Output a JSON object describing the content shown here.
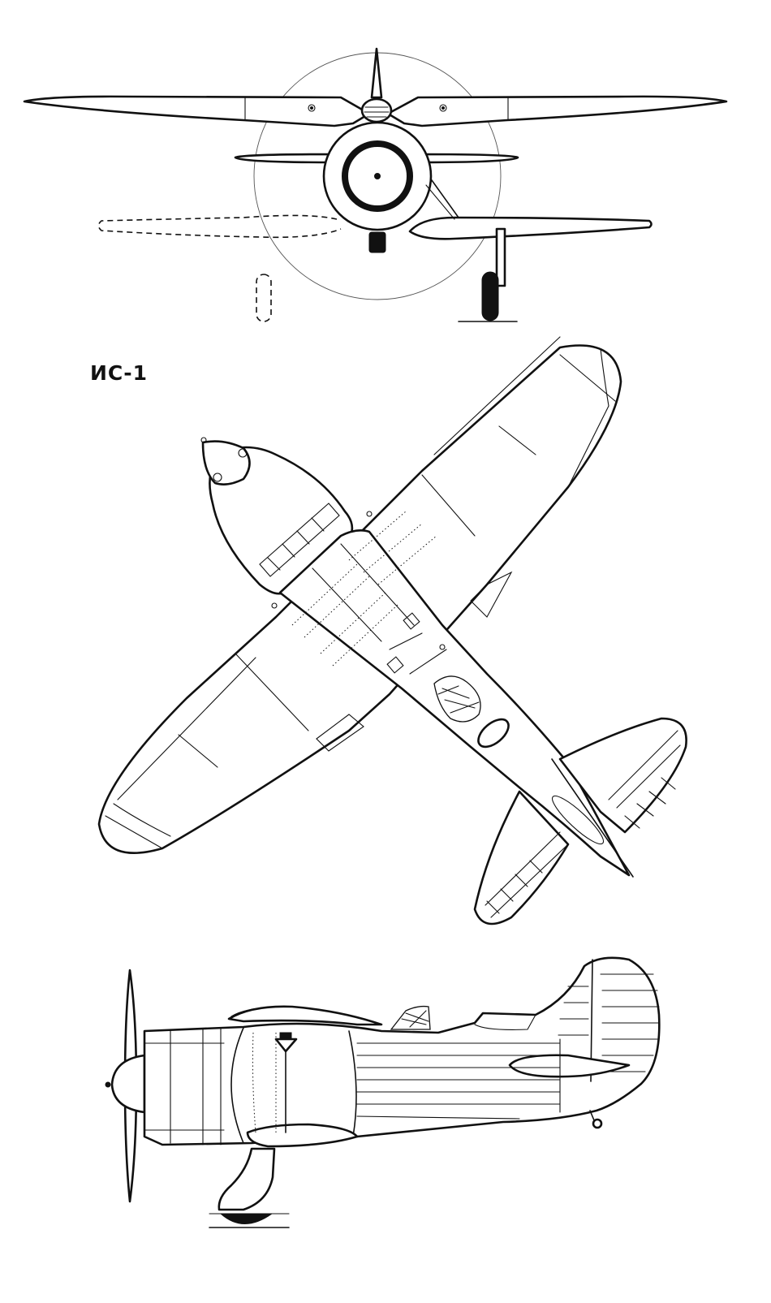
{
  "drawing": {
    "designation": "ИС-1",
    "views": [
      {
        "id": "front-view",
        "kind": "front"
      },
      {
        "id": "plan-view",
        "kind": "top"
      },
      {
        "id": "side-view",
        "kind": "profile"
      }
    ]
  }
}
